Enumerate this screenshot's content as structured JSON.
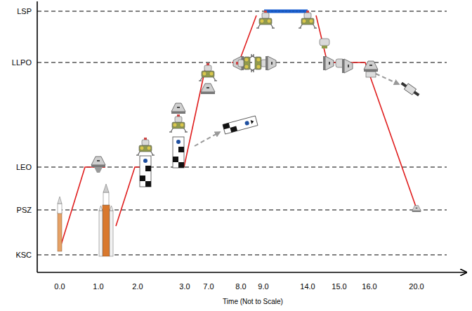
{
  "diagram": {
    "labels": [
      "LSP",
      "LLPO",
      "LEO",
      "PSZ",
      "KSC",
      "0.0",
      "1.0",
      "2.0",
      "3.0",
      "7.0",
      "8.0",
      "9.0",
      "14.0",
      "15.0",
      "16.0",
      "20.0",
      "Time (Not to Scale)"
    ]
  }
}
